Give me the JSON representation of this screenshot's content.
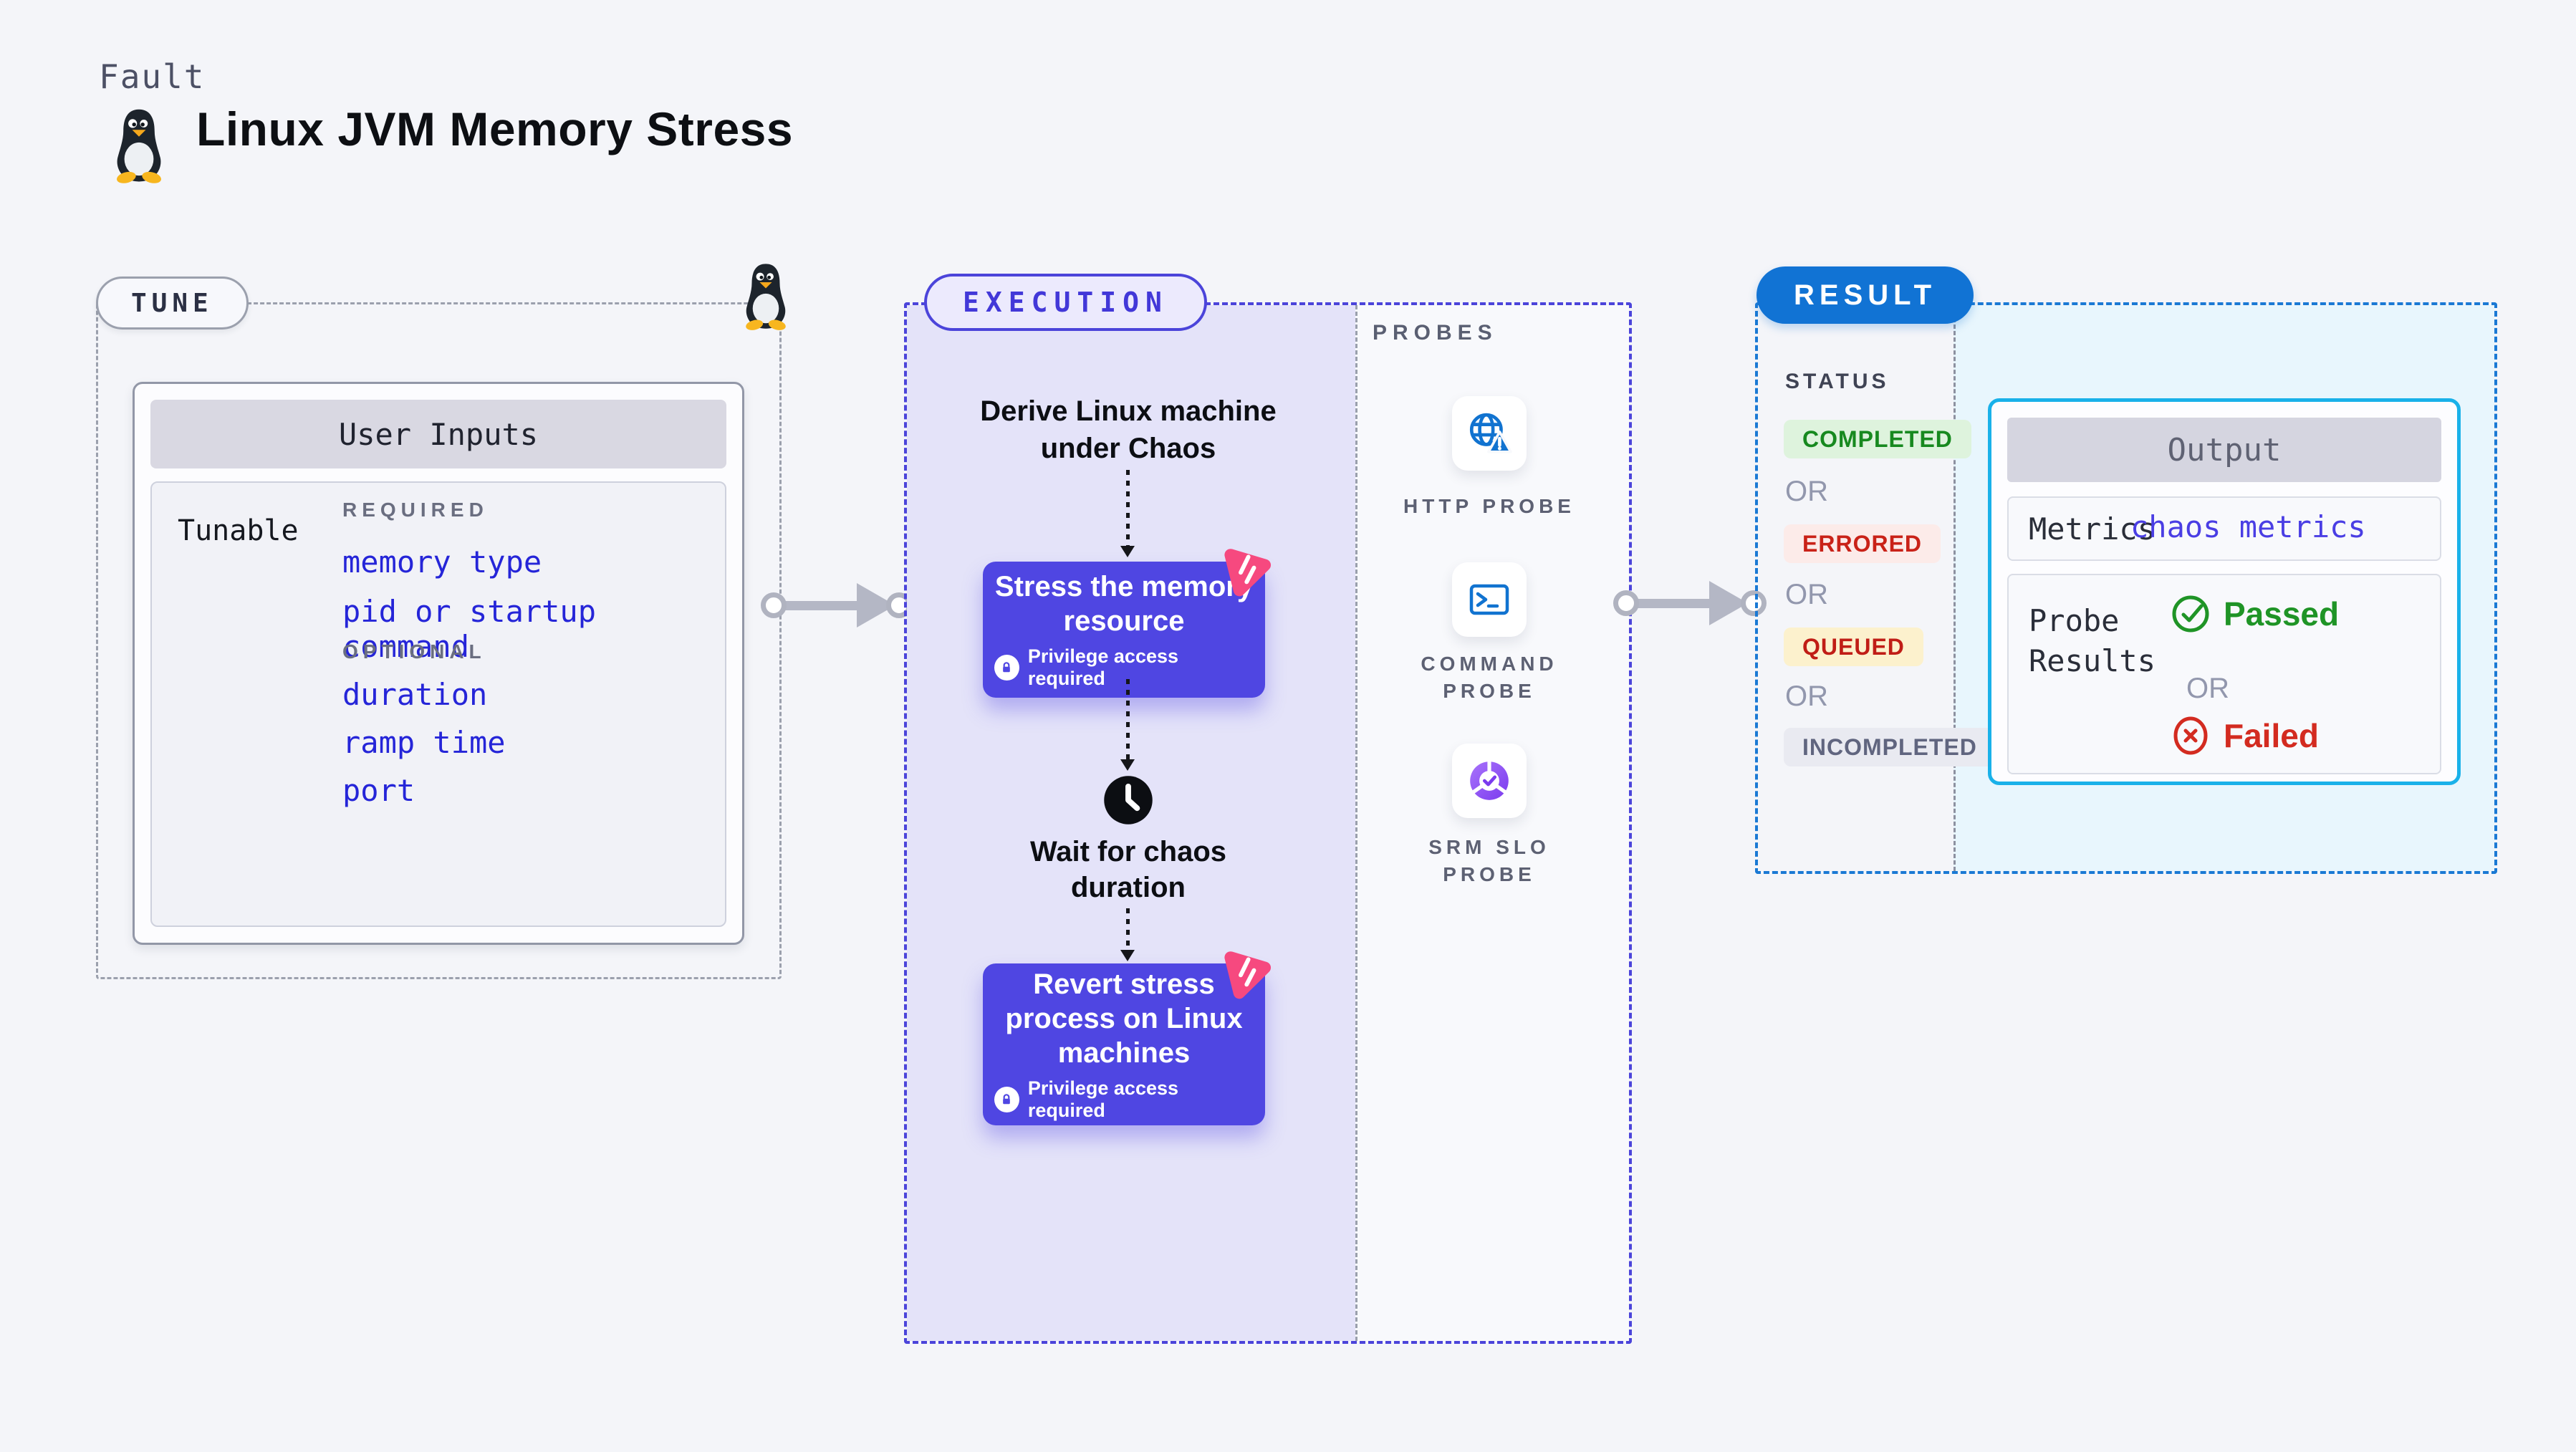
{
  "header": {
    "kicker": "Fault",
    "title": "Linux JVM Memory Stress",
    "title_icon": "linux-tux"
  },
  "tune": {
    "label": "TUNE",
    "machine_icon": "linux-tux",
    "user_inputs": {
      "title": "User Inputs",
      "row_label": "Tunable",
      "required_label": "REQUIRED",
      "required_items": [
        "memory type",
        "pid or startup command"
      ],
      "optional_label": "OPTIONAL",
      "optional_items": [
        "duration",
        "ramp time",
        "port"
      ]
    }
  },
  "execution": {
    "label": "EXECUTION",
    "steps": [
      {
        "type": "text",
        "text": "Derive Linux machine under Chaos"
      },
      {
        "type": "action",
        "icon": "chaos-logo",
        "text": "Stress the memory resource",
        "badge_icon": "lock",
        "badge": "Privilege access required"
      },
      {
        "type": "wait",
        "icon": "clock",
        "text": "Wait for chaos duration"
      },
      {
        "type": "action",
        "icon": "chaos-logo",
        "text": "Revert stress process on Linux machines",
        "badge_icon": "lock",
        "badge": "Privilege access required"
      }
    ]
  },
  "probes": {
    "label": "PROBES",
    "items": [
      {
        "icon": "globe-alert",
        "name": "HTTP PROBE"
      },
      {
        "icon": "terminal",
        "name": "COMMAND PROBE"
      },
      {
        "icon": "slo-donut-check",
        "name": "SRM SLO PROBE"
      }
    ]
  },
  "result": {
    "label": "RESULT",
    "status_label": "STATUS",
    "or_label": "OR",
    "statuses": [
      "COMPLETED",
      "ERRORED",
      "QUEUED",
      "INCOMPLETED"
    ],
    "output": {
      "title": "Output",
      "metrics_label": "Metrics",
      "metrics_value": "chaos metrics",
      "probe_results_label": "Probe Results",
      "passed": "Passed",
      "failed": "Failed"
    }
  },
  "colors": {
    "page_bg": "#f4f5f9",
    "tune_border": "#9ba0ad",
    "execution_border": "#4b44da",
    "execution_bg": "#e4e3f9",
    "action_box": "#4f46e2",
    "chaos_pink": "#f6497f",
    "probe_blue": "#1173d0",
    "slo_purple": "#7b3bee",
    "result_border": "#1a79d4",
    "result_bg": "#e8f6fd",
    "output_border": "#19b1e9",
    "link_blue": "#2525d8",
    "completed_green": "#17891f",
    "errored_red": "#c92218",
    "queued_red": "#c01d16",
    "passed_green": "#1f9426",
    "failed_red": "#d32b20"
  }
}
